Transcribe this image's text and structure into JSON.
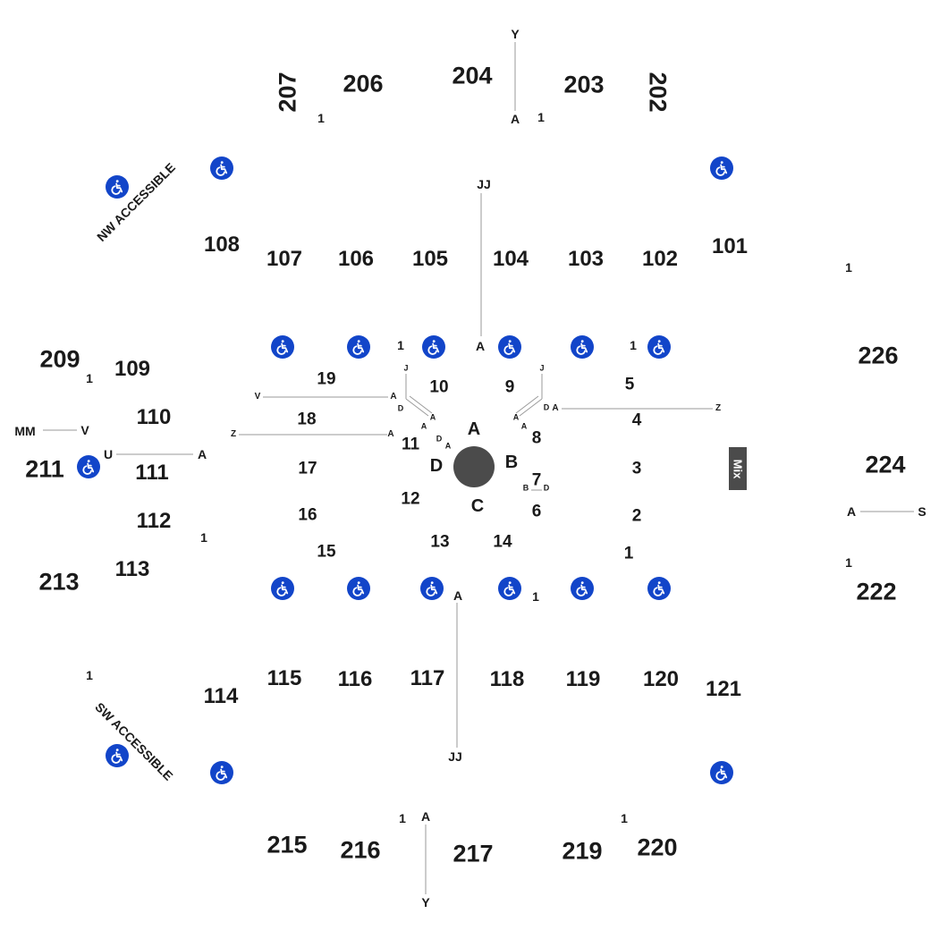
{
  "colors": {
    "ada_blue": "#1245c9",
    "text": "#1a1a1a",
    "line": "#9a9a9a",
    "stage": "#4b4b4b",
    "mix_box": "#4b4b4b"
  },
  "icons": {
    "accessible": "wheelchair-icon"
  },
  "sections": {
    "upper": [
      "202",
      "203",
      "204",
      "206",
      "207",
      "209",
      "211",
      "213",
      "215",
      "216",
      "217",
      "219",
      "220",
      "222",
      "224",
      "226"
    ],
    "lower": [
      "101",
      "102",
      "103",
      "104",
      "105",
      "106",
      "107",
      "108",
      "109",
      "110",
      "111",
      "112",
      "113",
      "114",
      "115",
      "116",
      "117",
      "118",
      "119",
      "120",
      "121"
    ],
    "floor": [
      "1",
      "2",
      "3",
      "4",
      "5",
      "6",
      "7",
      "8",
      "9",
      "10",
      "11",
      "12",
      "13",
      "14",
      "15",
      "16",
      "17",
      "18",
      "19"
    ]
  },
  "stage": {
    "labels": [
      "A",
      "B",
      "C",
      "D"
    ]
  },
  "zones": {
    "nw": "NW ACCESSIBLE",
    "sw": "SW ACCESSIBLE"
  },
  "mix": "Mix",
  "rows": {
    "first": "1",
    "a": "A",
    "b": "B",
    "d": "D",
    "j": "J",
    "jj": "JJ",
    "y": "Y",
    "z": "Z",
    "v": "V",
    "u": "U",
    "s": "S",
    "mm": "MM"
  }
}
